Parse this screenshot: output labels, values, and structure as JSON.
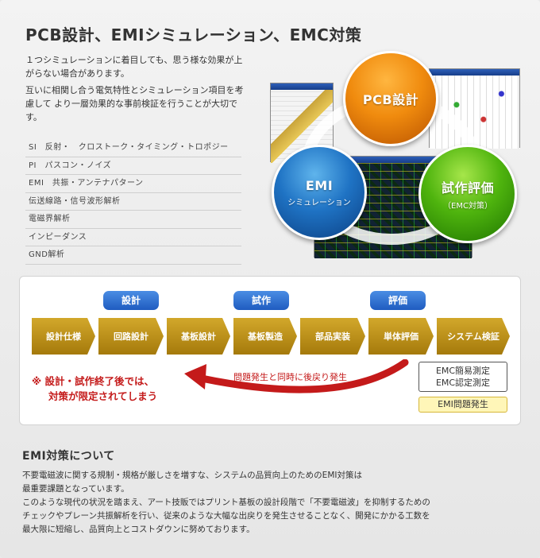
{
  "title": "PCB設計、EMIシミュレーション、EMC対策",
  "intro": {
    "p1": "１つシミュレーションに着目しても、思う様な効果が上がらない場合があります。",
    "p2": "互いに相関し合う電気特性とシミュレーション項目を考慮して より一層効果的な事前検証を行うことが大切です。"
  },
  "tech_list": [
    "SI　反射・　クロストーク・タイミング・トロポジー",
    "PI　パスコン・ノイズ",
    "EMI　共振・アンテナパターン",
    "伝送線路・信号波形解析",
    "電磁界解析",
    "インピーダンス",
    "GND解析"
  ],
  "graphic": {
    "pcb": "PCB設計",
    "emi": "EMI",
    "emi_sub": "シミュレーション",
    "trial": "試作評価",
    "trial_sub": "（EMC対策）"
  },
  "phases": [
    "設計",
    "試作",
    "評価"
  ],
  "steps": [
    "設計仕様",
    "回路設計",
    "基板設計",
    "基板製造",
    "部品実装",
    "単体評価",
    "システム検証"
  ],
  "return_label": "問題発生と同時に後戻り発生",
  "note": {
    "line1": "※ 設計・試作終了後では、",
    "line2": "対策が限定されてしまう"
  },
  "emc_box": {
    "line1": "EMC簡易測定",
    "line2": "EMC認定測定"
  },
  "emi_box": "EMI問題発生",
  "about": {
    "title": "EMI対策について",
    "lines": [
      "不要電磁波に関する規制・規格が厳しさを増すな、システムの品質向上のためのEMI対策は",
      "最重要課題となっています。",
      "このような現代の状況を踏まえ、アート技販ではプリント基板の設計段階で「不要電磁波」を抑制するための",
      "チェックやプレーン共振解析を行い、従来のような大幅な出戻りを発生させることなく、開発にかかる工数を",
      "最大限に短縮し、品質向上とコストダウンに努めております。"
    ]
  },
  "colors": {
    "accent_blue": "#1f5cc0",
    "step_gold": "#b88a14",
    "warning_red": "#c41a1a",
    "pcb_orange": "#f08b0e",
    "emi_blue": "#1f73c4",
    "trial_green": "#4fb40e"
  }
}
